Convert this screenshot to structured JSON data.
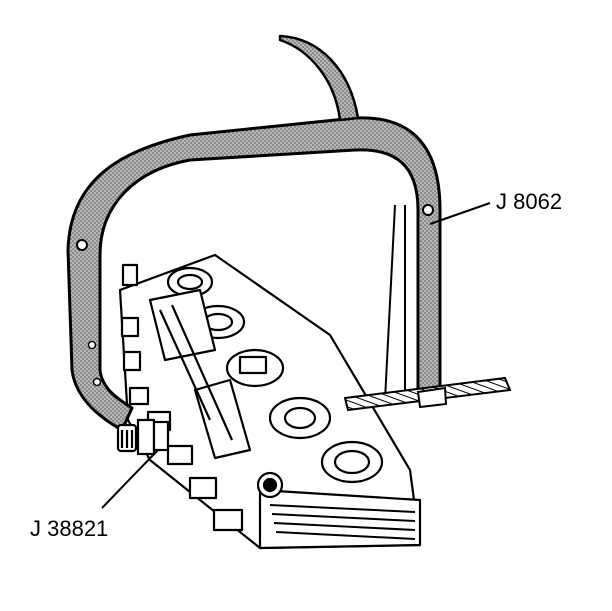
{
  "labels": {
    "compressor_frame": "J 8062",
    "adapter": "J 38821"
  },
  "colors": {
    "ink": "#000000",
    "paper": "#ffffff",
    "frame_fill": "#9a9a9a"
  },
  "icons": {
    "frame": "valve-spring-compressor-frame",
    "head": "cylinder-head-icon",
    "adapter": "spring-adapter-icon"
  }
}
